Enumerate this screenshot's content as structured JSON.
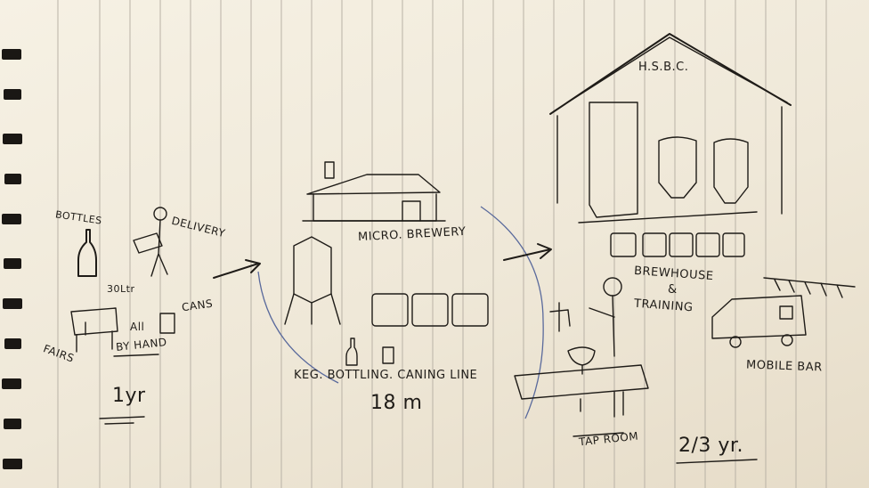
{
  "labels": {
    "bottles": "BOTTLES",
    "delivery": "DELIVERY",
    "thirty_litre": "30Ltr",
    "cans_left": "CANS",
    "fairs": "FAIRS",
    "all_by_hand_1": "All",
    "all_by_hand_2": "BY HAND",
    "one_year": "1yr",
    "micro_brewery": "MICRO. BREWERY",
    "keg_line": "KEG. BOTTLING. CANING LINE",
    "eighteen_months": "18 m",
    "hsbc": "H.S.B.C.",
    "brewhouse": "BREWHOUSE",
    "ampersand": "&",
    "training": "TRAINING",
    "mobile_bar": "MOBILE BAR",
    "tap_room": "TAP ROOM",
    "two_three_years": "2/3 yr."
  },
  "colors": {
    "paper": "#f3ede0",
    "ink": "#1f1c18",
    "rule_line": "#b9b2a6",
    "blue_pen": "#5a6a9c",
    "background": "#3a3226"
  }
}
